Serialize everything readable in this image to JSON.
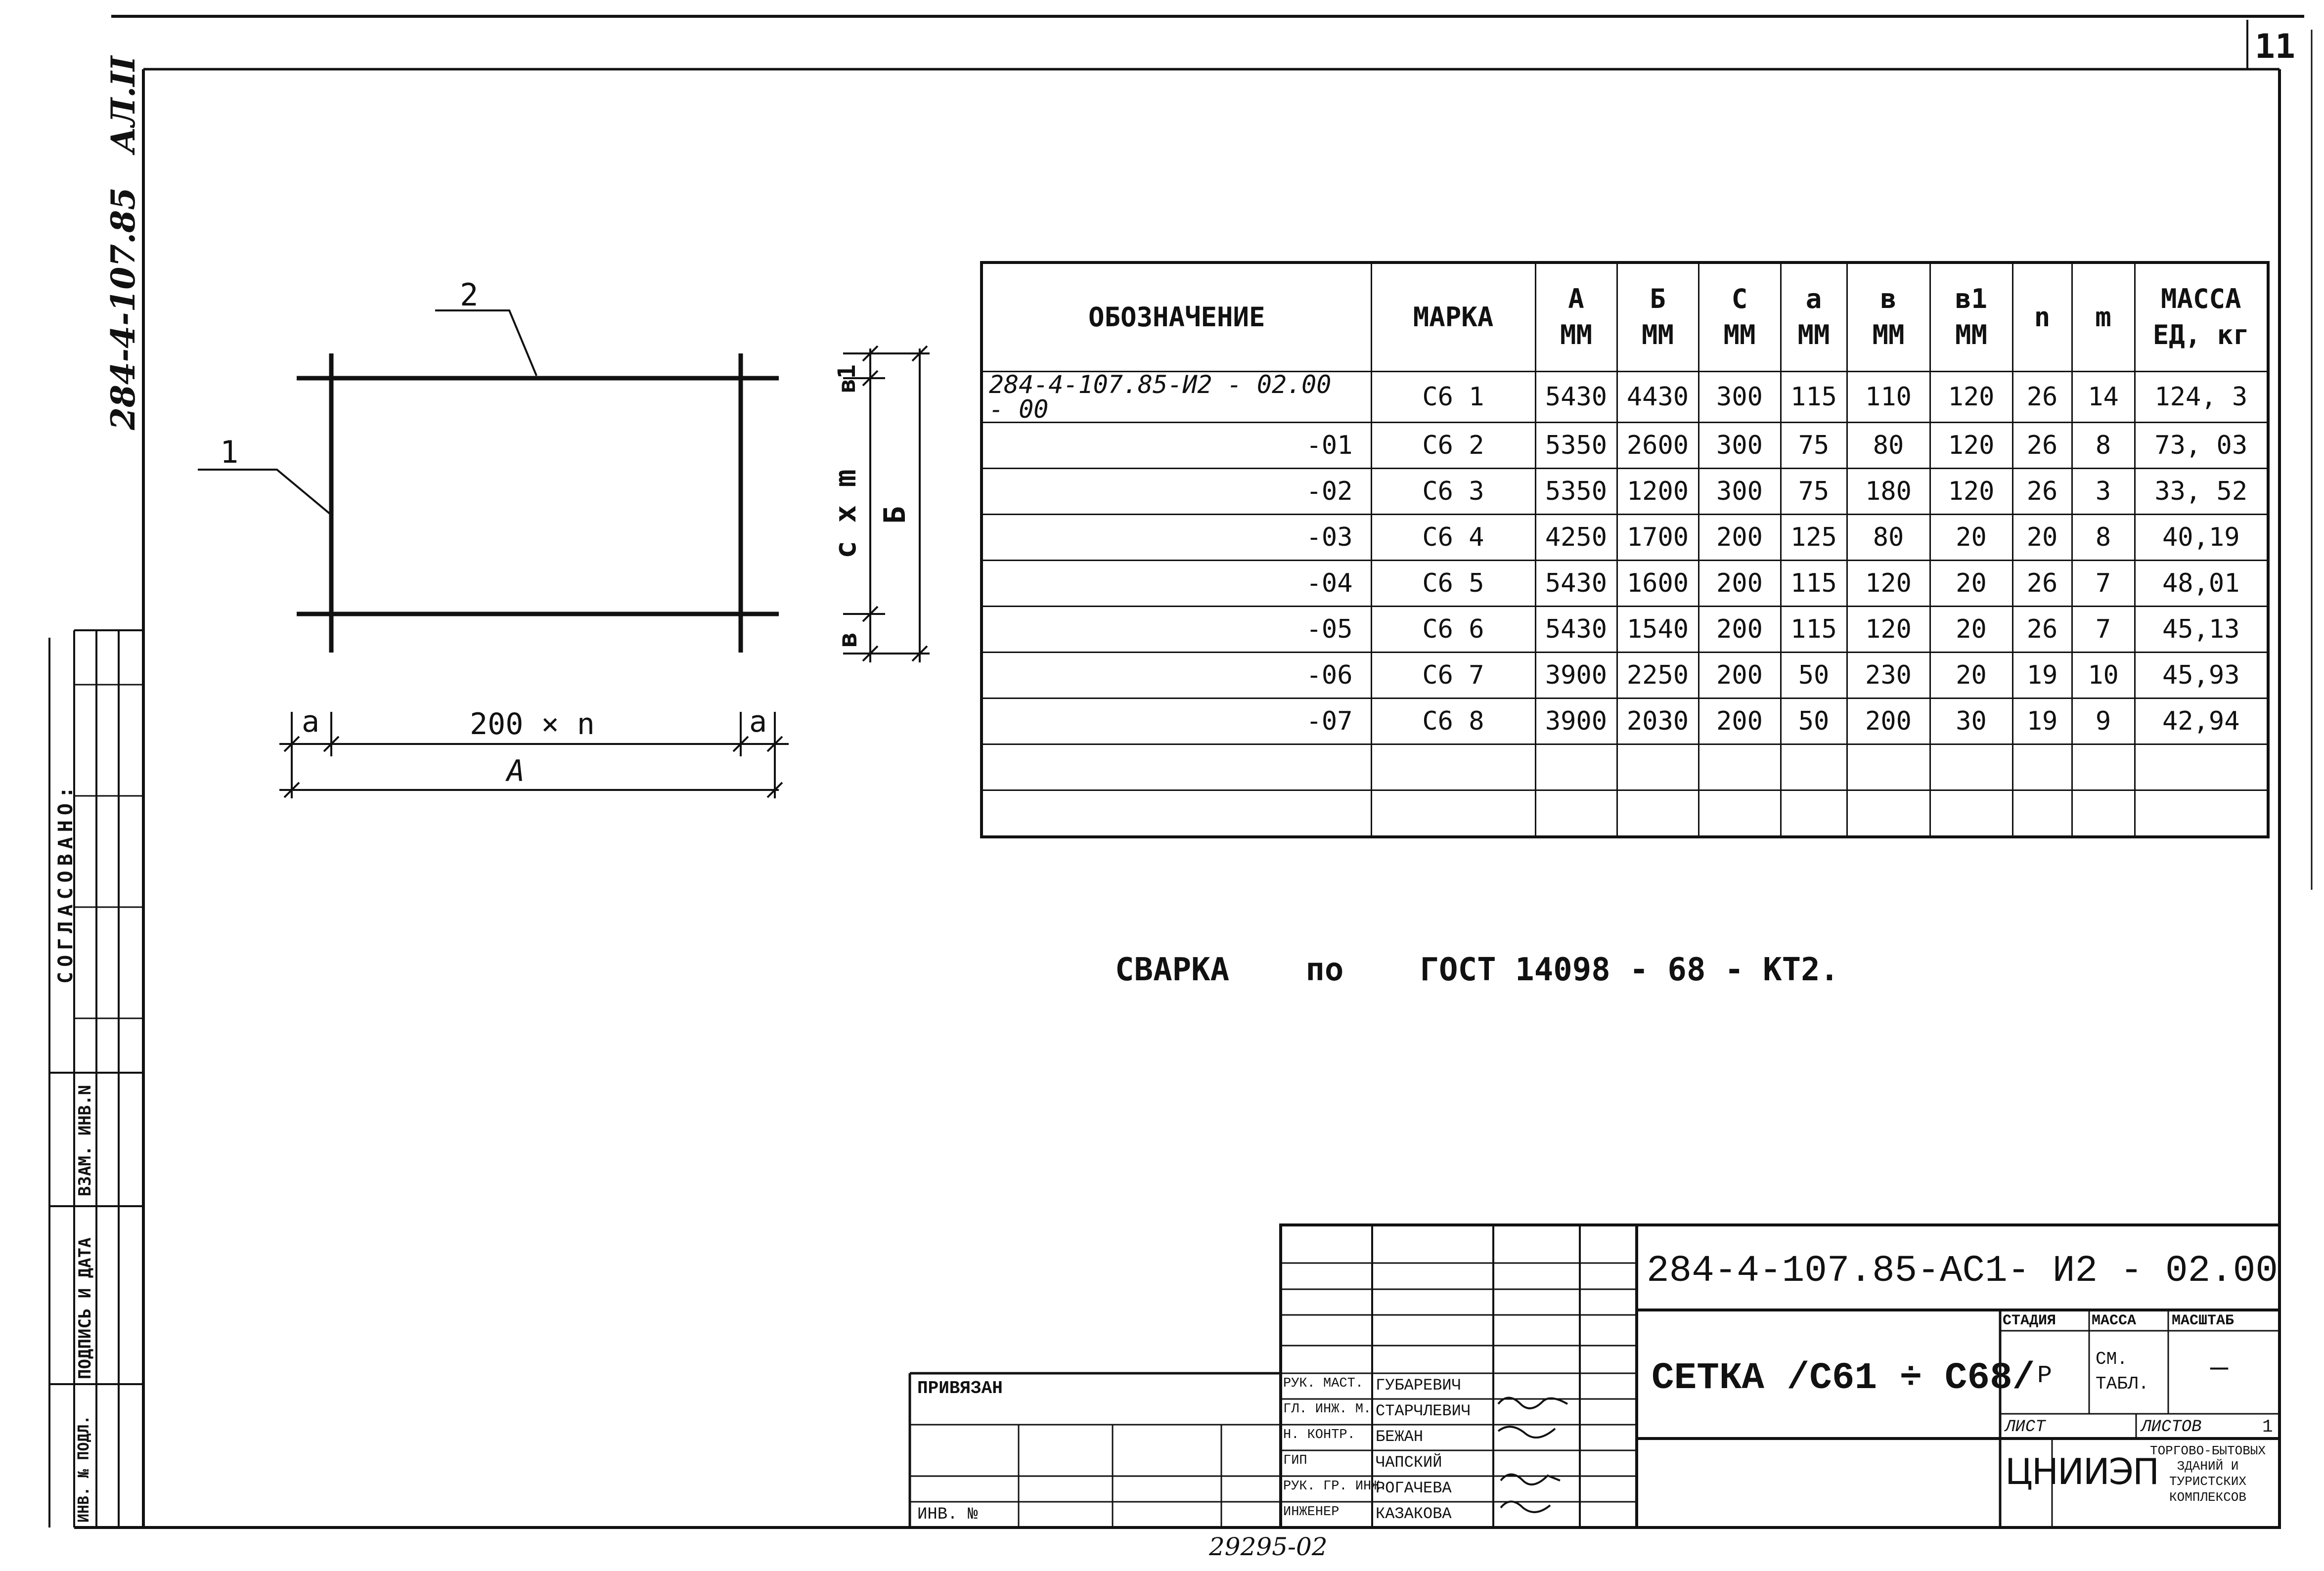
{
  "sheet": {
    "page_number": "11",
    "side_code": "284-4-107.85",
    "side_suffix": "АЛ.II"
  },
  "left_stamp": {
    "approved_label": "СОГЛАСОВАНО:",
    "interchange_label": "ВЗАМ. ИНВ.N",
    "signature_date_label": "ПОДПИСЬ И ДАТА",
    "original_label": "ИНВ. № ПОДЛ."
  },
  "sketch": {
    "label_1": "1",
    "label_2": "2",
    "dim_a_left": "a",
    "dim_a_right": "a",
    "dim_span": "200 × n",
    "dim_total": "A",
    "dim_b1": "в1",
    "dim_c_m": "c x m",
    "dim_b_total": "Б",
    "dim_b": "в"
  },
  "spec_table": {
    "headers": {
      "designation": "ОБОЗНАЧЕНИЕ",
      "mark": "МАРКА",
      "A": "A",
      "B": "Б",
      "C": "C",
      "a": "a",
      "b": "в",
      "b1": "в1",
      "n": "n",
      "m": "m",
      "mass": "МАССА",
      "unit_mm": "ММ",
      "mass_unit": "ЕД, кг"
    },
    "rows": [
      {
        "designation": "284-4-107.85-И2 - 02.00 - 00",
        "mark": "С6 1",
        "A": "5430",
        "B": "4430",
        "C": "300",
        "a": "115",
        "b": "110",
        "b1": "120",
        "n": "26",
        "m": "14",
        "mass": "124, 3"
      },
      {
        "designation": "-01",
        "mark": "С6 2",
        "A": "5350",
        "B": "2600",
        "C": "300",
        "a": "75",
        "b": "80",
        "b1": "120",
        "n": "26",
        "m": "8",
        "mass": "73, 03"
      },
      {
        "designation": "-02",
        "mark": "С6 3",
        "A": "5350",
        "B": "1200",
        "C": "300",
        "a": "75",
        "b": "180",
        "b1": "120",
        "n": "26",
        "m": "3",
        "mass": "33, 52"
      },
      {
        "designation": "-03",
        "mark": "С6 4",
        "A": "4250",
        "B": "1700",
        "C": "200",
        "a": "125",
        "b": "80",
        "b1": "20",
        "n": "20",
        "m": "8",
        "mass": "40,19"
      },
      {
        "designation": "-04",
        "mark": "С6 5",
        "A": "5430",
        "B": "1600",
        "C": "200",
        "a": "115",
        "b": "120",
        "b1": "20",
        "n": "26",
        "m": "7",
        "mass": "48,01"
      },
      {
        "designation": "-05",
        "mark": "С6 6",
        "A": "5430",
        "B": "1540",
        "C": "200",
        "a": "115",
        "b": "120",
        "b1": "20",
        "n": "26",
        "m": "7",
        "mass": "45,13"
      },
      {
        "designation": "-06",
        "mark": "С6 7",
        "A": "3900",
        "B": "2250",
        "C": "200",
        "a": "50",
        "b": "230",
        "b1": "20",
        "n": "19",
        "m": "10",
        "mass": "45,93"
      },
      {
        "designation": "-07",
        "mark": "С6 8",
        "A": "3900",
        "B": "2030",
        "C": "200",
        "a": "50",
        "b": "200",
        "b1": "30",
        "n": "19",
        "m": "9",
        "mass": "42,94"
      }
    ]
  },
  "note": {
    "welding": "СВАРКА",
    "by": "по",
    "standard": "ГОСТ 14098 - 68 - КТ2."
  },
  "title_block": {
    "document_code": "284-4-107.85-АС1- И2 - 02.00",
    "title": "СЕТКА /С61 ÷ С68/",
    "stage_label": "СТАДИЯ",
    "mass_label": "МАССА",
    "scale_label": "МАСШТАБ",
    "stage_value": "Р",
    "mass_value": "СМ. ТАБЛ.",
    "scale_value": "—",
    "sheet_label": "ЛИСТ",
    "sheets_label": "ЛИСТОВ",
    "sheets_value": "1",
    "org_logo": "ЦНИИЭП",
    "org_name": "ТОРГОВО-БЫТОВЫХ ЗДАНИЙ И ТУРИСТСКИХ КОМПЛЕКСОВ",
    "bound_label": "ПРИВЯЗАН",
    "inv_label": "ИНВ. №",
    "roles": [
      {
        "role": "РУК. МАСТ.",
        "name": "ГУБАРЕВИЧ"
      },
      {
        "role": "ГЛ. ИНЖ. М.",
        "name": "СТАРЧЛЕВИЧ"
      },
      {
        "role": "Н. КОНТР.",
        "name": "БЕЖАН"
      },
      {
        "role": "ГИП",
        "name": "ЧАПСКИЙ"
      },
      {
        "role": "РУК. ГР. ИНЖ.",
        "name": "РОГАЧЕВА"
      },
      {
        "role": "ИНЖЕНЕР",
        "name": "КАЗАКОВА"
      }
    ]
  },
  "footer": {
    "archive_number": "29295-02"
  }
}
